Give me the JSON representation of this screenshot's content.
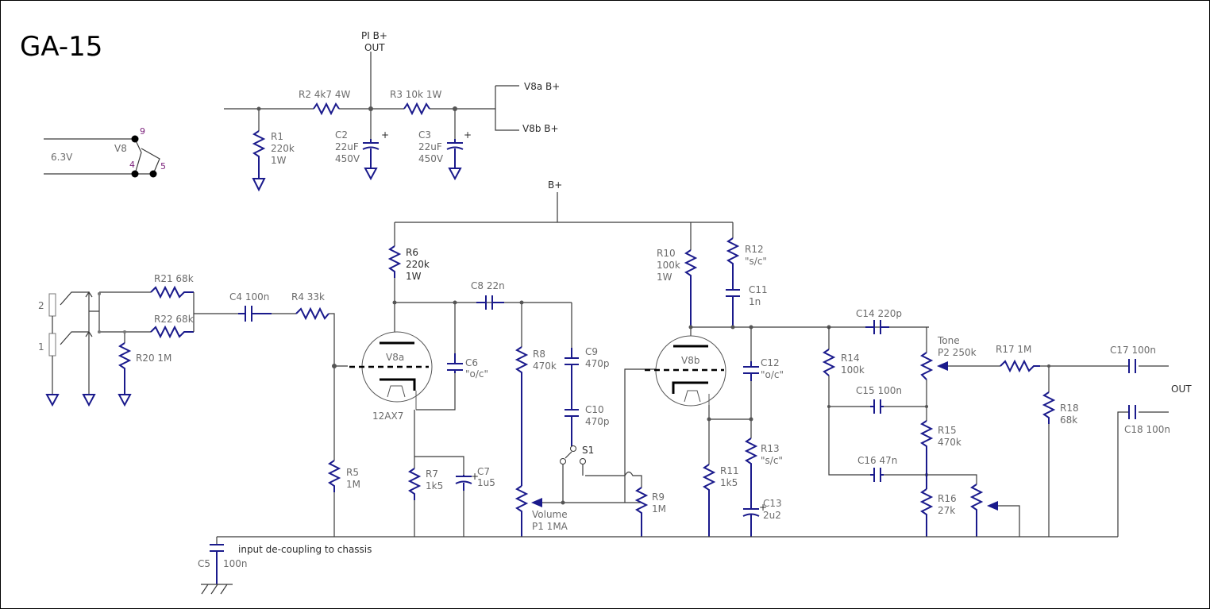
{
  "title": "GA-15",
  "colors": {
    "wire": "#3a3a3a",
    "component": "#1a1a8c",
    "pin": "#7a1f7a",
    "label": "#6b6b6b"
  },
  "heater": {
    "voltage": "6.3V",
    "tube": "V8",
    "pins": [
      "9",
      "4",
      "5"
    ]
  },
  "power": {
    "pi_out": [
      "PI B+",
      "OUT"
    ],
    "v8a": "V8a B+",
    "v8b": "V8b B+",
    "bplus": "B+",
    "r1": [
      "R1",
      "220k",
      "1W"
    ],
    "r2": "R2 4k7 4W",
    "r3": "R3 10k 1W",
    "c2": [
      "C2",
      "22uF",
      "450V"
    ],
    "c3": [
      "C3",
      "22uF",
      "450V"
    ]
  },
  "inputs": {
    "jack2": "2",
    "jack1": "1",
    "r21": "R21 68k",
    "r22": "R22 68k",
    "r20": "R20 1M"
  },
  "stage1": {
    "c4": "C4 100n",
    "r4": "R4 33k",
    "r5": [
      "R5",
      "1M"
    ],
    "r6": [
      "R6",
      "220k",
      "1W"
    ],
    "tube": "V8a",
    "tube_type": "12AX7",
    "c6": [
      "C6",
      "\"o/c\""
    ],
    "r7": [
      "R7",
      "1k5"
    ],
    "c7": [
      "C7",
      "1u5"
    ],
    "c8": "C8 22n",
    "r8": [
      "R8",
      "470k"
    ],
    "c9": [
      "C9",
      "470p"
    ],
    "c10": [
      "C10",
      "470p"
    ],
    "s1": "S1",
    "volume": [
      "Volume",
      "P1 1MA"
    ],
    "r9": [
      "R9",
      "1M"
    ]
  },
  "stage2": {
    "r10": [
      "R10",
      "100k",
      "1W"
    ],
    "r12": [
      "R12",
      "\"s/c\""
    ],
    "c11": [
      "C11",
      "1n"
    ],
    "tube": "V8b",
    "c12": [
      "C12",
      "\"o/c\""
    ],
    "r11": [
      "R11",
      "1k5"
    ],
    "r13": [
      "R13",
      "\"s/c\""
    ],
    "c13": [
      "C13",
      "2u2"
    ]
  },
  "tone": {
    "c14": "C14 220p",
    "r14": [
      "R14",
      "100k"
    ],
    "pot": [
      "Tone",
      "P2 250k"
    ],
    "c15": "C15 100n",
    "r15": [
      "R15",
      "470k"
    ],
    "c16": "C16 47n",
    "r16": [
      "R16",
      "27k"
    ],
    "r17": "R17 1M",
    "r18": [
      "R18",
      "68k"
    ],
    "c17": "C17 100n",
    "c18": "C18 100n",
    "out": "OUT"
  },
  "chassis": {
    "c5": "C5",
    "c5_value": "100n",
    "note": "input de-coupling to chassis"
  }
}
